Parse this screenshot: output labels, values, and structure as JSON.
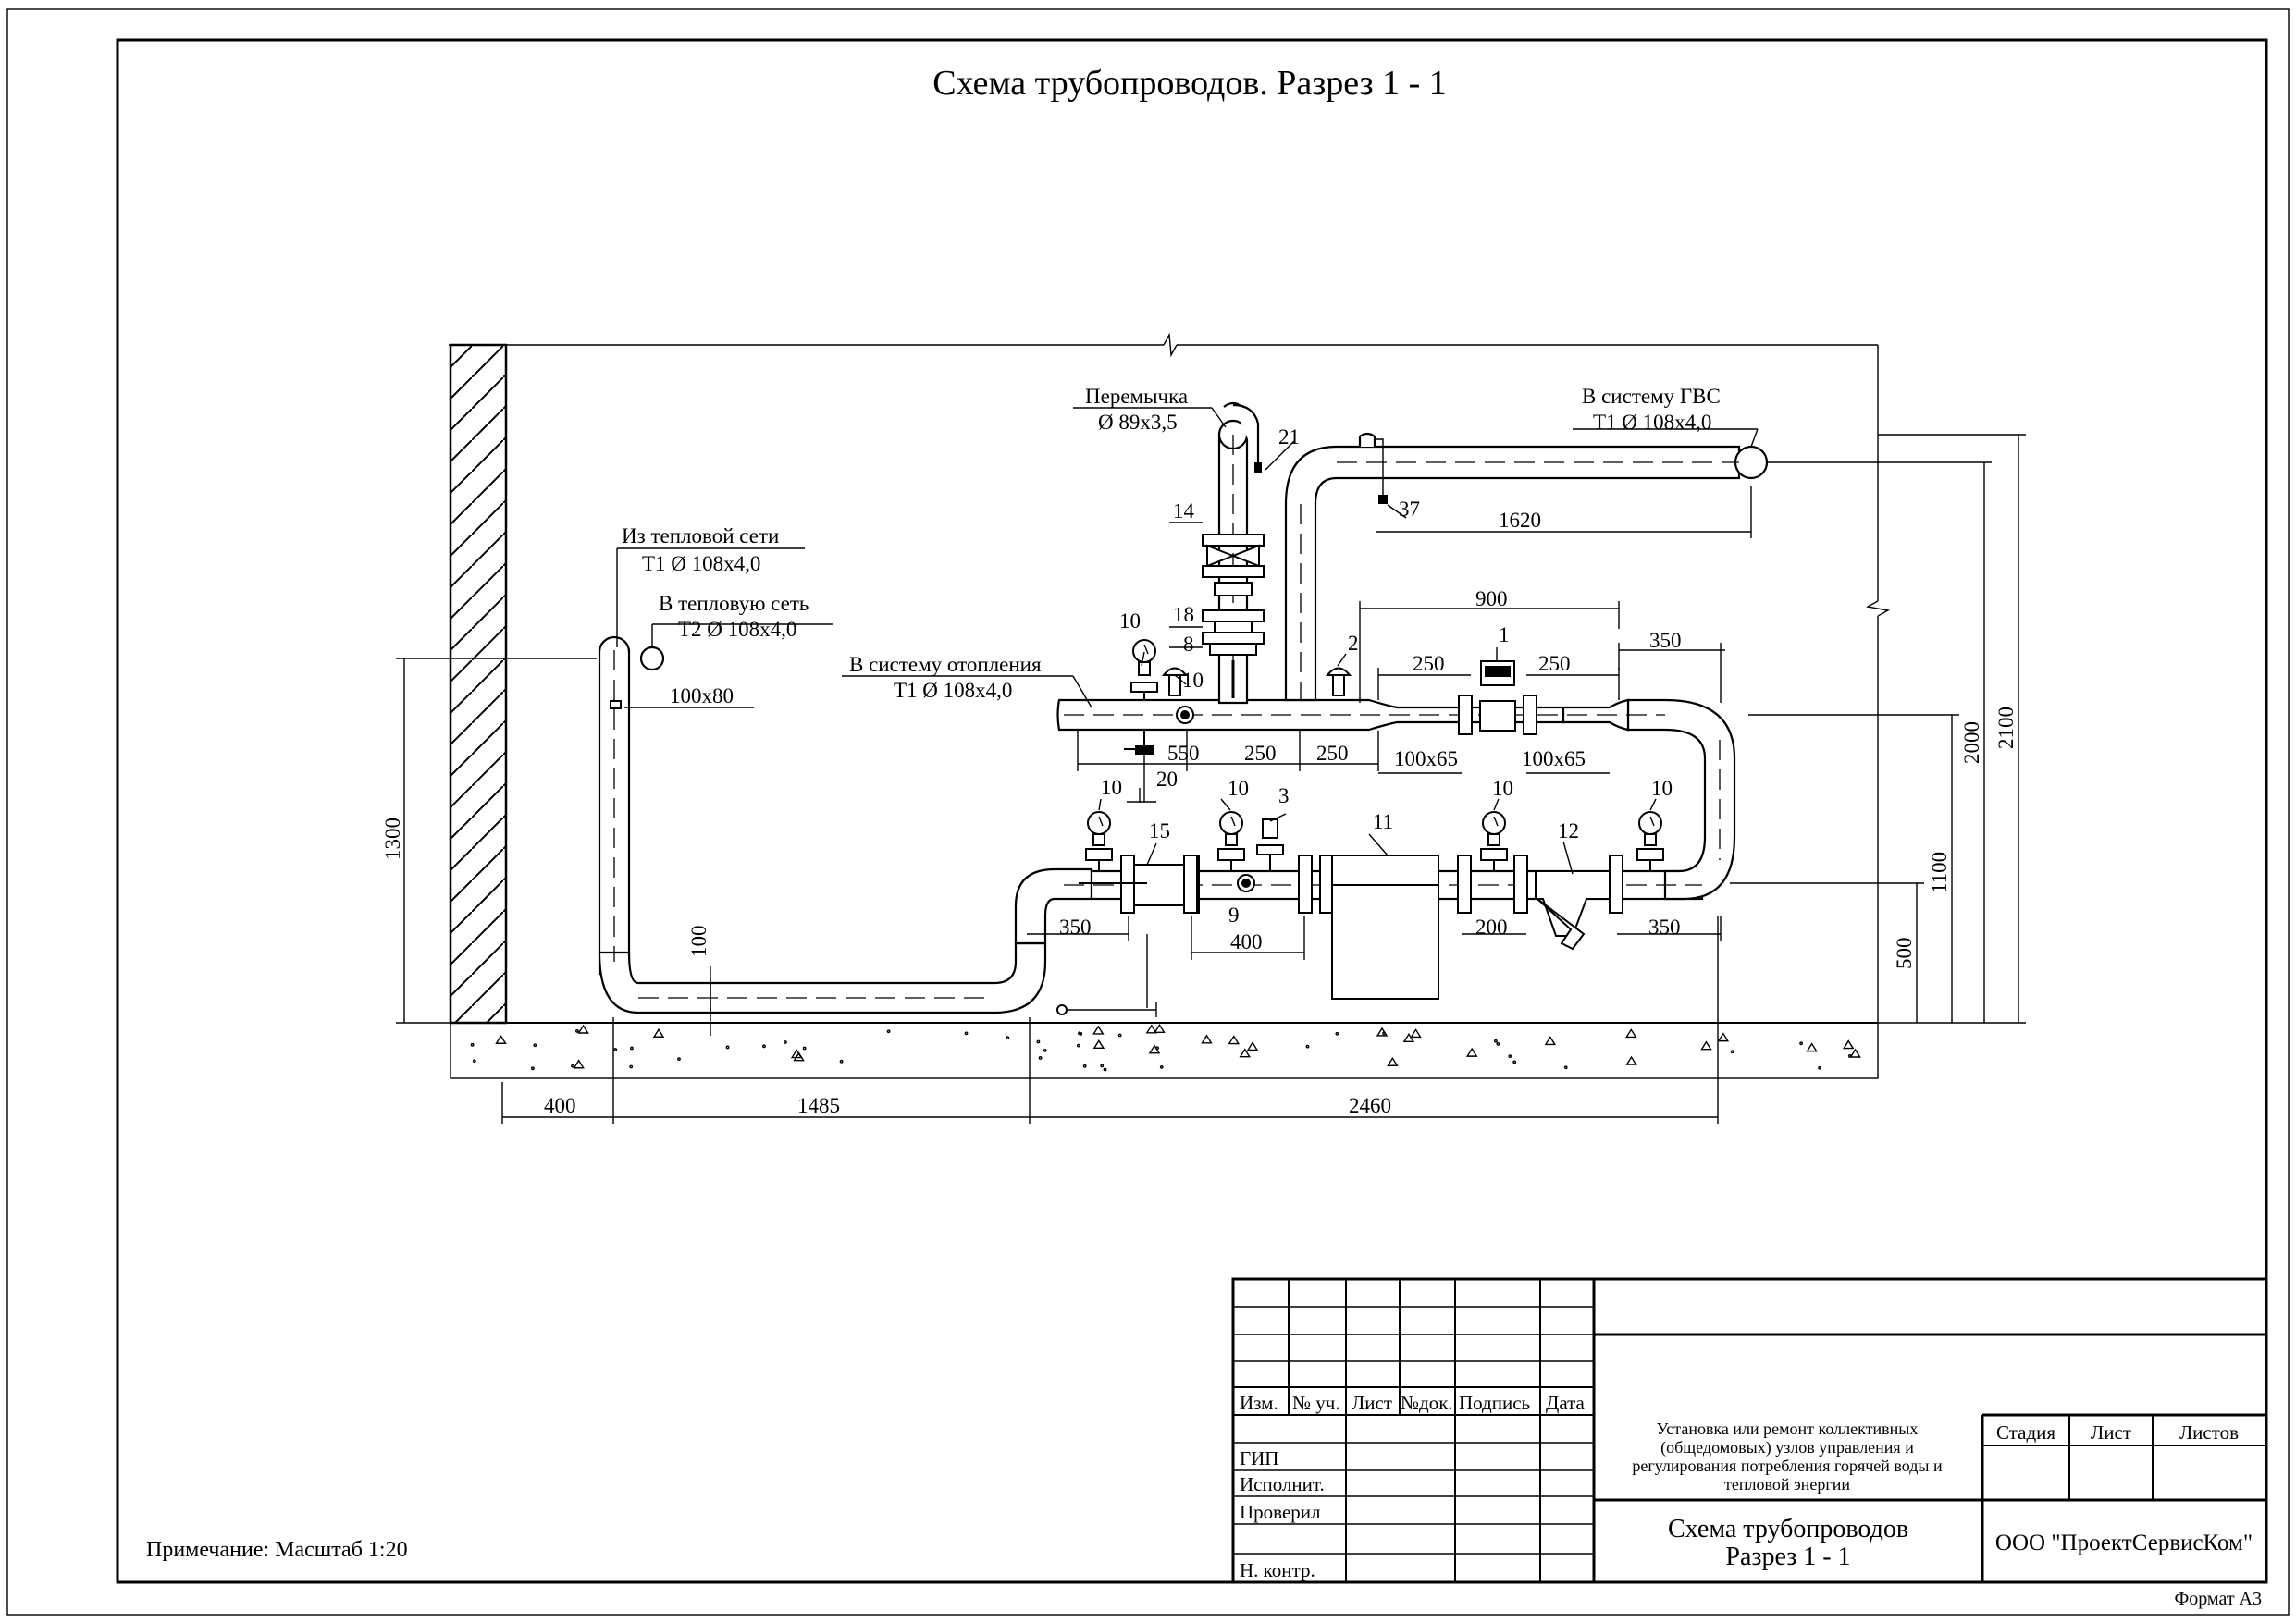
{
  "title": "Схема трубопроводов. Разрез 1 - 1",
  "labels": {
    "from_network": "Из тепловой сети",
    "from_network_spec": "T1 Ø 108x4,0",
    "to_network": "В тепловую сеть",
    "to_network_spec": "T2 Ø 108x4,0",
    "heating": "В систему отопления",
    "heating_spec": "T1 Ø 108x4,0",
    "jumper": "Перемычка",
    "jumper_spec": "Ø 89x3,5",
    "dhw": "В систему ГВС",
    "dhw_spec": "T1 Ø 108x4,0"
  },
  "positions": {
    "p1": "1",
    "p2": "2",
    "p3": "3",
    "p8": "8",
    "p9": "9",
    "p10": "10",
    "p11": "11",
    "p12": "12",
    "p14": "14",
    "p15": "15",
    "p18": "18",
    "p20": "20",
    "p21": "21",
    "p37": "37"
  },
  "dims": {
    "d100x80": "100x80",
    "d100x65": "100x65",
    "d900": "900",
    "d250": "250",
    "d350": "350",
    "d550": "550",
    "d1620": "1620",
    "d400": "400",
    "d1485": "1485",
    "d2460": "2460",
    "d1300": "1300",
    "d100": "100",
    "d200": "200",
    "d500": "500",
    "d1100": "1100",
    "d2000": "2000",
    "d2100": "2100"
  },
  "title_block": {
    "col_izm": "Изм.",
    "col_nuch": "№ уч.",
    "col_list": "Лист",
    "col_ndok": "№док.",
    "col_podpis": "Подпись",
    "col_data": "Дата",
    "gip": "ГИП",
    "ispolnit": "Исполнит.",
    "proveril": "Проверил",
    "nkontr": "Н. контр.",
    "project_line1": "Установка или ремонт коллективных",
    "project_line2": "(общедомовых) узлов управления и",
    "project_line3": "регулирования потребления горячей воды и",
    "project_line4": "тепловой энергии",
    "stadiya": "Стадия",
    "list": "Лист",
    "listov": "Листов",
    "sheet_title1": "Схема трубопроводов",
    "sheet_title2": "Разрез 1 - 1",
    "company": "ООО \"ПроектСервисКом\""
  },
  "note": "Примечание: Масштаб 1:20",
  "format": "Формат А3"
}
